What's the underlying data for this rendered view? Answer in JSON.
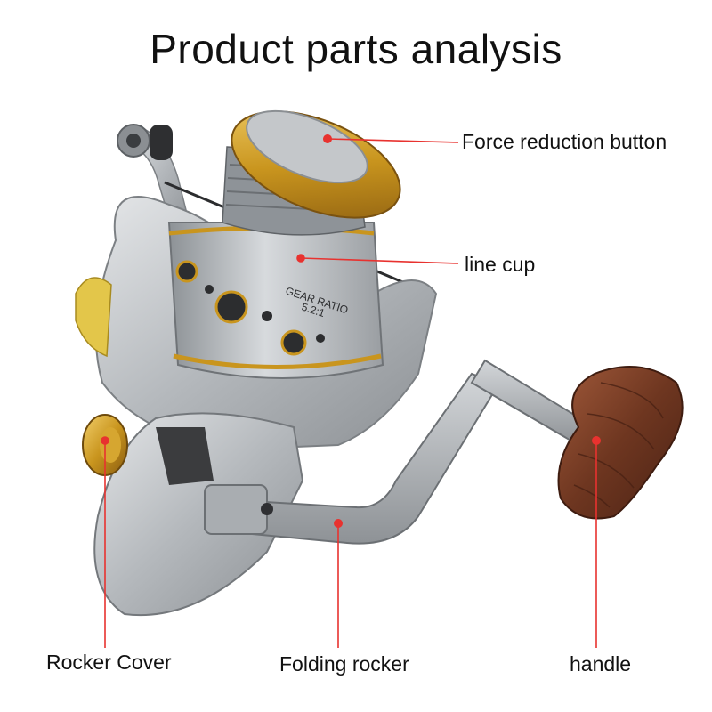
{
  "title": "Product parts analysis",
  "labels": {
    "force_reduction_button": "Force reduction button",
    "line_cup": "line cup",
    "rocker_cover": "Rocker Cover",
    "folding_rocker": "Folding rocker",
    "handle": "handle"
  },
  "spool_print": {
    "gear_ratio": "GEAR RATIO",
    "ratio_value": "5.2:1"
  },
  "colors": {
    "leader_line": "#e8322f",
    "leader_dot": "#e8322f",
    "gold_trim": "#c9951e",
    "body_silver": "#b9bcc0",
    "handle_wood": "#7a3f26"
  }
}
